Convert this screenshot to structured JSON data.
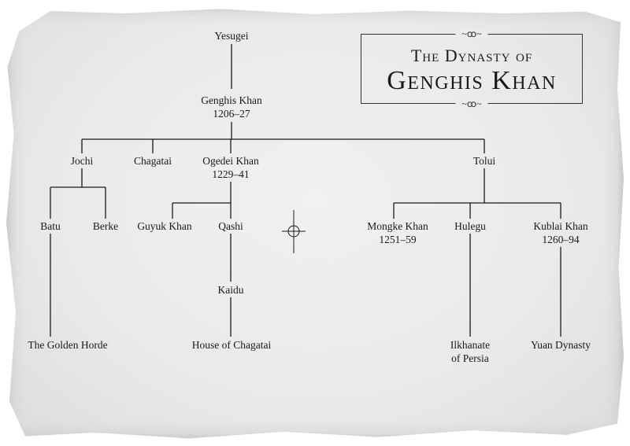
{
  "title": {
    "line1": "The Dynasty of",
    "line2": "Genghis Khan",
    "ornament": "~ꝏ~"
  },
  "nodes": {
    "yesugei": {
      "name": "Yesugei"
    },
    "genghis": {
      "name": "Genghis Khan",
      "dates": "1206–27"
    },
    "jochi": {
      "name": "Jochi"
    },
    "chagatai": {
      "name": "Chagatai"
    },
    "ogedei": {
      "name": "Ogedei Khan",
      "dates": "1229–41"
    },
    "tolui": {
      "name": "Tolui"
    },
    "batu": {
      "name": "Batu"
    },
    "berke": {
      "name": "Berke"
    },
    "guyuk": {
      "name": "Guyuk Khan"
    },
    "qashi": {
      "name": "Qashi"
    },
    "kaidu": {
      "name": "Kaidu"
    },
    "golden_horde": {
      "name": "The Golden Horde"
    },
    "house_chagatai": {
      "name": "House of Chagatai"
    },
    "mongke": {
      "name": "Mongke Khan",
      "dates": "1251–59"
    },
    "hulegu": {
      "name": "Hulegu"
    },
    "kublai": {
      "name": "Kublai Khan",
      "dates": "1260–94"
    },
    "ilkhanate": {
      "name": "Ilkhanate",
      "name2": "of Persia"
    },
    "yuan": {
      "name": "Yuan Dynasty"
    }
  }
}
